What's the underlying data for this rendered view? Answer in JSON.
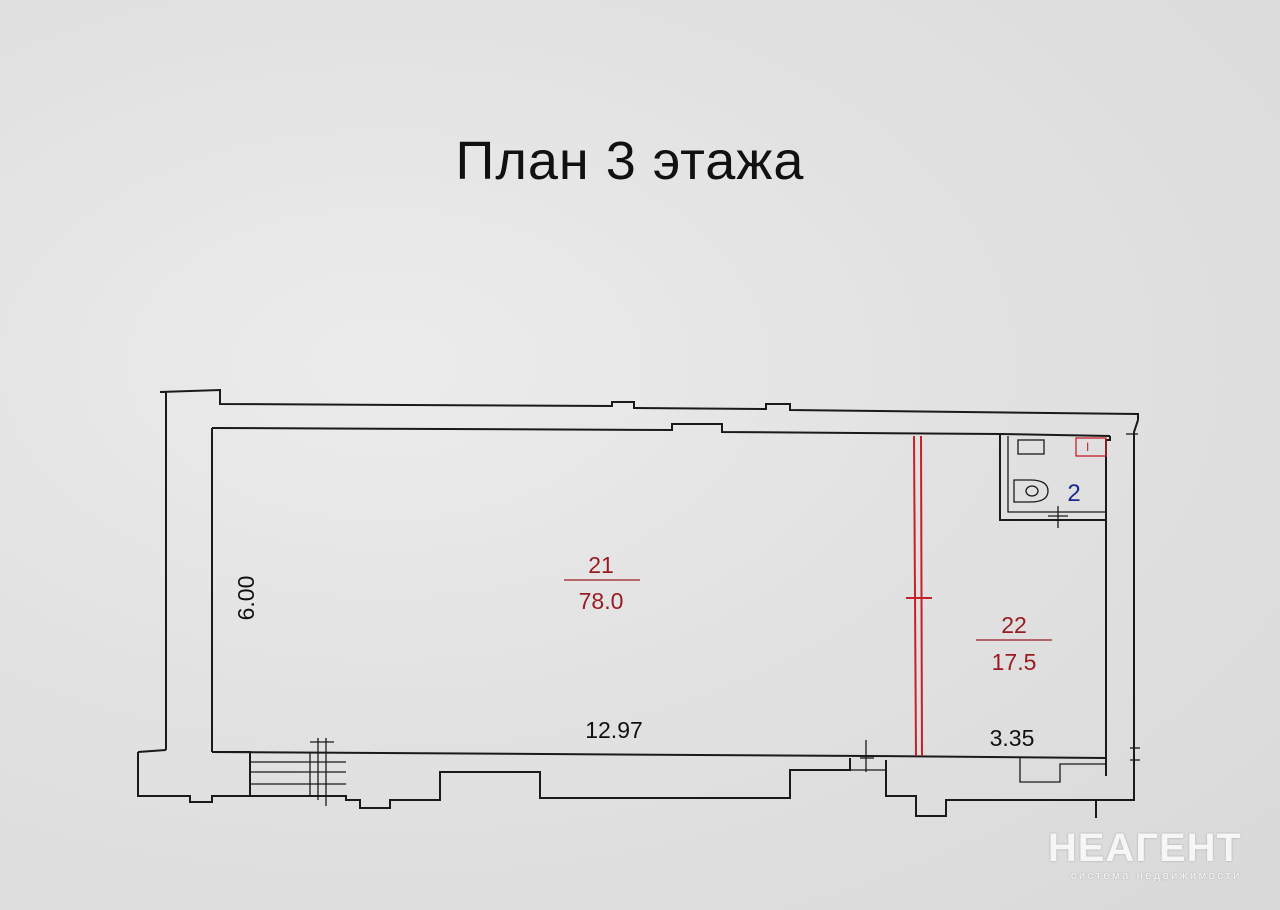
{
  "title": "План 3 этажа",
  "rooms": [
    {
      "number": "21",
      "area": "78.0"
    },
    {
      "number": "22",
      "area": "17.5"
    },
    {
      "number": "2",
      "area": ""
    }
  ],
  "dimensions": {
    "width_main": "12.97",
    "depth": "6.00",
    "width_side": "3.35"
  },
  "colors": {
    "room_label": "#9a1c22",
    "partition": "#c8202a",
    "wc_number": "#1b2a8c",
    "walls": "#1a1a1a"
  },
  "watermark": {
    "logo": "НЕАГЕНТ",
    "tagline": "система недвижимости"
  }
}
